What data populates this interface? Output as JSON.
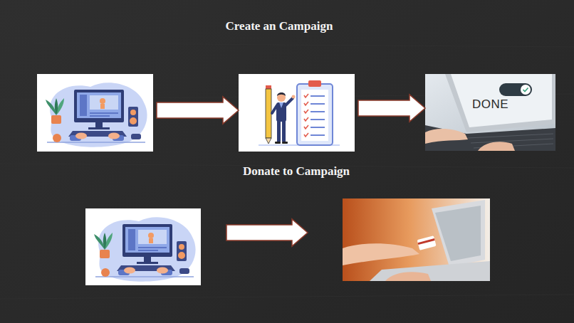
{
  "diagram": {
    "nodes": [
      {
        "text": []
      },
      {
        "text": []
      },
      {
        "text": [
          "DONE"
        ]
      },
      {
        "text": []
      },
      {
        "text": []
      }
    ],
    "edges": [
      {
        "from": 0,
        "to": 1,
        "arrow": "to"
      },
      {
        "from": 1,
        "to": 2,
        "arrow": "to"
      },
      {
        "from": 3,
        "to": 4,
        "arrow": "to"
      }
    ],
    "labels": [
      "Create an Campaign",
      "Donate to Campaign"
    ]
  }
}
